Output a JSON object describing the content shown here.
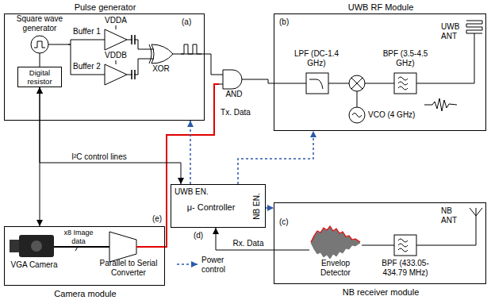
{
  "diagram": {
    "nodes": [
      {
        "text": [
          "Pulse generator",
          "(a)"
        ]
      },
      {
        "text": [
          "Square wave generator"
        ],
        "in": 0
      },
      {
        "text": [
          "Digital resistor"
        ],
        "in": 0
      },
      {
        "text": [
          "Buffer 1"
        ],
        "in": 0
      },
      {
        "text": [
          "Buffer 2"
        ],
        "in": 0
      },
      {
        "text": [
          "XOR"
        ],
        "in": 0
      },
      {
        "text": [
          "AND"
        ]
      },
      {
        "text": [
          "UWB RF Module",
          "(b)"
        ]
      },
      {
        "text": [
          "LPF (DC-1.4 GHz)"
        ],
        "in": 7
      },
      {
        "text": [
          "BPF (3.5-4.5 GHz)"
        ],
        "in": 7
      },
      {
        "text": [
          "UWB ANT"
        ],
        "in": 7
      },
      {
        "text": [
          "VCO (4 GHz)"
        ],
        "in": 7
      },
      {
        "text": [
          "UWB EN.",
          "μ- Controller",
          "NB EN.",
          "(d)"
        ]
      },
      {
        "text": [
          "NB receiver module",
          "(c)"
        ]
      },
      {
        "text": [
          "Envelop Detector"
        ],
        "in": 13
      },
      {
        "text": [
          "BPF (433.05- 434.79 MHz)"
        ],
        "in": 13
      },
      {
        "text": [
          "NB ANT"
        ],
        "in": 13
      },
      {
        "text": [
          "Camera module",
          "(e)"
        ]
      },
      {
        "text": [
          "VGA Camera"
        ],
        "in": 17
      },
      {
        "text": [
          "Parallel to Serial Converter"
        ],
        "in": 17
      }
    ],
    "edges": [
      {
        "from": 1,
        "to": 3,
        "arrow": "none"
      },
      {
        "from": 1,
        "to": 4,
        "arrow": "none"
      },
      {
        "from": 2,
        "to": 1,
        "arrow": "none"
      },
      {
        "from": 3,
        "to": 5,
        "arrow": "none"
      },
      {
        "from": 4,
        "to": 5,
        "arrow": "none"
      },
      {
        "from": 5,
        "to": 6,
        "arrow": "none"
      },
      {
        "from": 6,
        "to": 8,
        "arrow": "none"
      },
      {
        "from": 8,
        "to": 9,
        "arrow": "none"
      },
      {
        "from": 9,
        "to": 10,
        "arrow": "none"
      },
      {
        "from": 16,
        "to": 15,
        "arrow": "none"
      },
      {
        "from": 15,
        "to": 14,
        "arrow": "none"
      },
      {
        "from": 14,
        "to": 12,
        "label": "Rx. Data",
        "arrow": "to"
      },
      {
        "from": 18,
        "to": 19,
        "label": "x8 Image data",
        "arrow": "none"
      },
      {
        "from": 19,
        "to": 6,
        "label": "Tx. Data",
        "arrow": "none"
      },
      {
        "from": 2,
        "to": 12,
        "label": "I²C control lines",
        "arrow": "both"
      },
      {
        "from": 2,
        "to": 17,
        "arrow": "both"
      },
      {
        "from": 12,
        "to": 0,
        "arrow": "to"
      },
      {
        "from": 12,
        "to": 7,
        "arrow": "to"
      },
      {
        "from": 12,
        "to": 13,
        "arrow": "to"
      }
    ],
    "labels": [
      "VDDA",
      "VDDB"
    ],
    "legend": [
      {
        "text": "Power control"
      }
    ]
  }
}
